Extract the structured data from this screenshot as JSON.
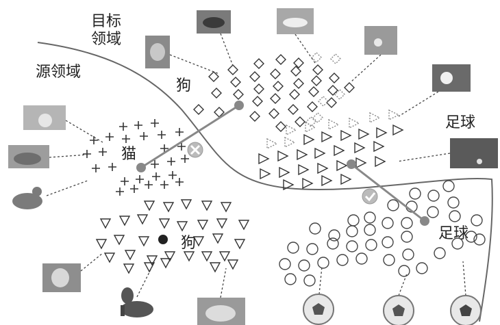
{
  "labels": {
    "target_domain_line1": "目标",
    "target_domain_line2": "领域",
    "source_domain": "源领域",
    "dog_target": "狗",
    "cat_source": "猫",
    "dog_source": "狗",
    "soccer_target": "足球",
    "soccer_source": "足球"
  },
  "markers": {
    "mismatch": "cross-mark-icon",
    "match": "check-mark-icon"
  },
  "colors": {
    "line": "#888888",
    "boundary": "#666666",
    "marker_fill": "#bbbbbb",
    "centroid_target": "#888888",
    "centroid_source_dog": "#222222",
    "dashed": "#444444"
  }
}
